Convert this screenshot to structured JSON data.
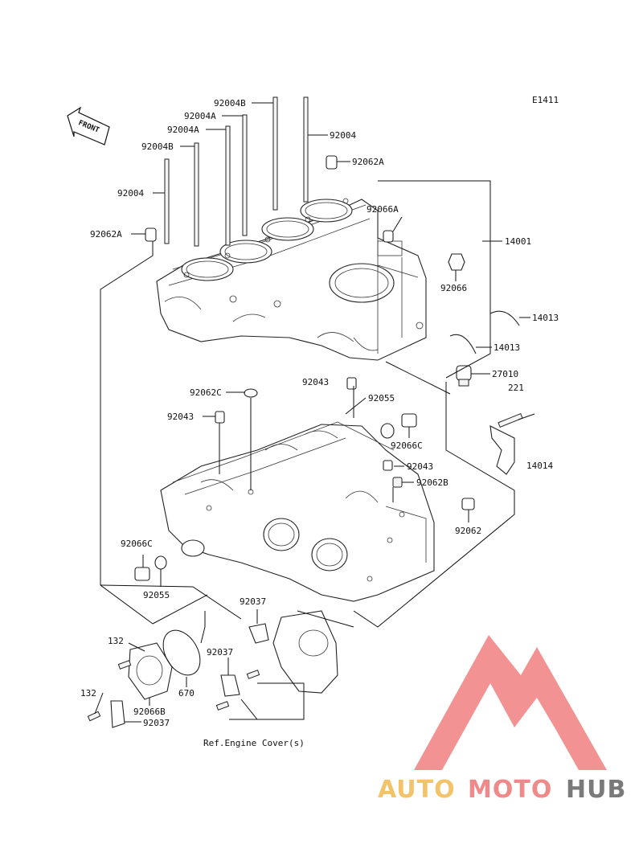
{
  "diagram": {
    "code": "E1411",
    "front_label": "FRONT",
    "ref_label": "Ref.Engine Cover(s)",
    "parts": {
      "p92004B_a": "92004B",
      "p92004A_a": "92004A",
      "p92004_a": "92004",
      "p92004A_b": "92004A",
      "p92004B_b": "92004B",
      "p92062A_a": "92062A",
      "p92004_b": "92004",
      "p92066A": "92066A",
      "p92062A_b": "92062A",
      "p14001": "14001",
      "p92066": "92066",
      "p14013_a": "14013",
      "p14013_b": "14013",
      "p27010": "27010",
      "p221": "221",
      "p92043_a": "92043",
      "p92062C": "92062C",
      "p92055_a": "92055",
      "p92043_b": "92043",
      "p92066C_a": "92066C",
      "p92043_c": "92043",
      "p14014": "14014",
      "p92062B": "92062B",
      "p92062": "92062",
      "p92066C_b": "92066C",
      "p92055_b": "92055",
      "p92037_a": "92037",
      "p132_a": "132",
      "p92037_b": "92037",
      "p670": "670",
      "p132_b": "132",
      "p92066B": "92066B",
      "p92037_c": "92037"
    }
  },
  "watermark": {
    "part1": "AUTO",
    "part2": "MOTO",
    "part3": "HUB",
    "color_triangle": "#f08080",
    "color_auto": "#f3c36a",
    "color_moto": "#f08a8a",
    "color_hub": "#7a7a7a"
  }
}
